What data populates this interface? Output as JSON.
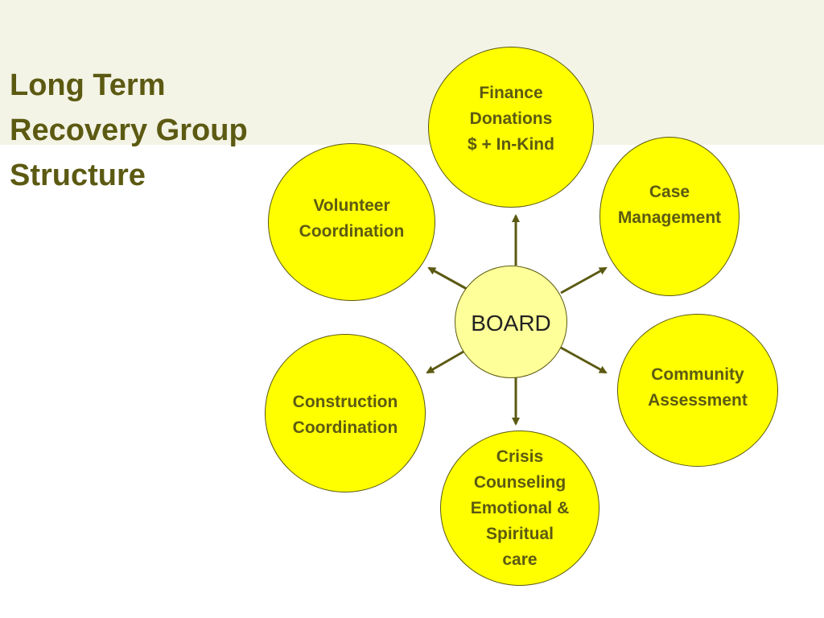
{
  "title": "Long Term\nRecovery Group\nStructure",
  "colors": {
    "background_band": "#f3f3e6",
    "text": "#5c5a12",
    "node_fill": "#ffff00",
    "board_fill": "#ffff99",
    "arrow": "#5c5a12"
  },
  "diagram": {
    "center": {
      "label": "BOARD"
    },
    "nodes": [
      {
        "id": "finance",
        "label": "Finance\nDonations\n$ + In-Kind"
      },
      {
        "id": "case",
        "label": "Case\nManagement"
      },
      {
        "id": "volunteer",
        "label": "Volunteer\nCoordination"
      },
      {
        "id": "community",
        "label": "Community\nAssessment"
      },
      {
        "id": "construction",
        "label": "Construction\nCoordination"
      },
      {
        "id": "crisis",
        "label": "Crisis\nCounseling\nEmotional &\nSpiritual\ncare"
      }
    ]
  }
}
